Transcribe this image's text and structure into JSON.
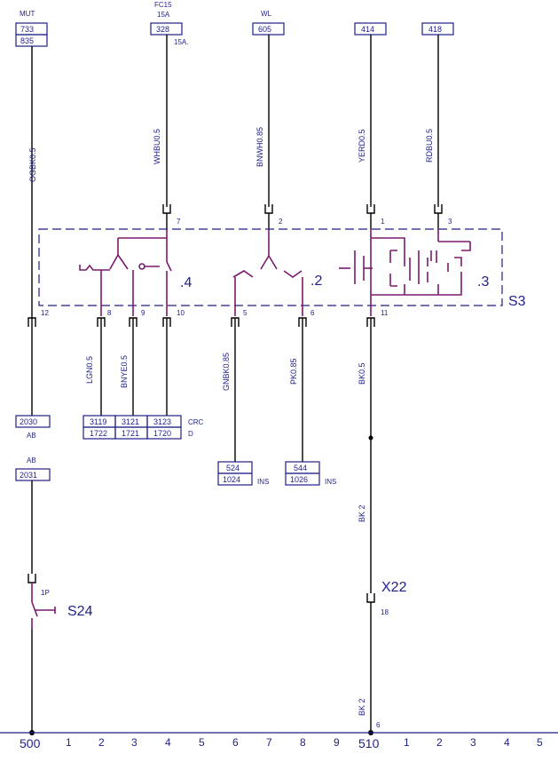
{
  "fuses": {
    "fc15_name": "FC15",
    "fc15_rating": "15A",
    "fc15_rating_side": "15A."
  },
  "labels": {
    "mut": "MUT",
    "wl": "WL",
    "ab_top": "AB",
    "ab_bottom": "AB",
    "crc": "CRC",
    "d": "D",
    "ins_1": "INS",
    "ins_2": "INS"
  },
  "boxes": {
    "mut_top": "733",
    "mut_bottom": "835",
    "fuse_box": "328",
    "wl_box": "605",
    "box_414": "414",
    "box_418": "418",
    "ab_2030": "2030",
    "ab_2031": "2031",
    "crc_row1": [
      "3119",
      "3121",
      "3123"
    ],
    "crc_row2": [
      "1722",
      "1721",
      "1720"
    ],
    "ins1_top": "524",
    "ins1_bottom": "1024",
    "ins2_top": "544",
    "ins2_bottom": "1026"
  },
  "wires": {
    "w1": "OGBK0.5",
    "w2": "WHBU0.5",
    "w3": "BNWH0.85",
    "w4": "YERD0.5",
    "w5": "RDBU0.5",
    "w6": "LGN0.5",
    "w7": "BNYE0.5",
    "w8": "GNBK0.85",
    "w9": "PK0.85",
    "w10": "BK0.5",
    "w11": "BK 2",
    "w12": "BK 2"
  },
  "pins": {
    "p7": "7",
    "p2": "2",
    "p1": "1",
    "p3": "3",
    "p12": "12",
    "p8": "8",
    "p9": "9",
    "p10": "10",
    "p5": "5",
    "p6": "6",
    "p11": "11",
    "p1p": "1P",
    "p18": "18",
    "p6b": "6"
  },
  "components": {
    "s3": "S3",
    "s24": "S24",
    "x22": "X22",
    "sw4": ".4",
    "sw2": ".2",
    "sw3": ".3"
  },
  "ruler": {
    "left_num": "500",
    "left_ticks": [
      "1",
      "2",
      "3",
      "4",
      "5",
      "6",
      "7",
      "8",
      "9"
    ],
    "right_num": "510",
    "right_ticks": [
      "1",
      "2",
      "3",
      "4",
      "5"
    ]
  }
}
